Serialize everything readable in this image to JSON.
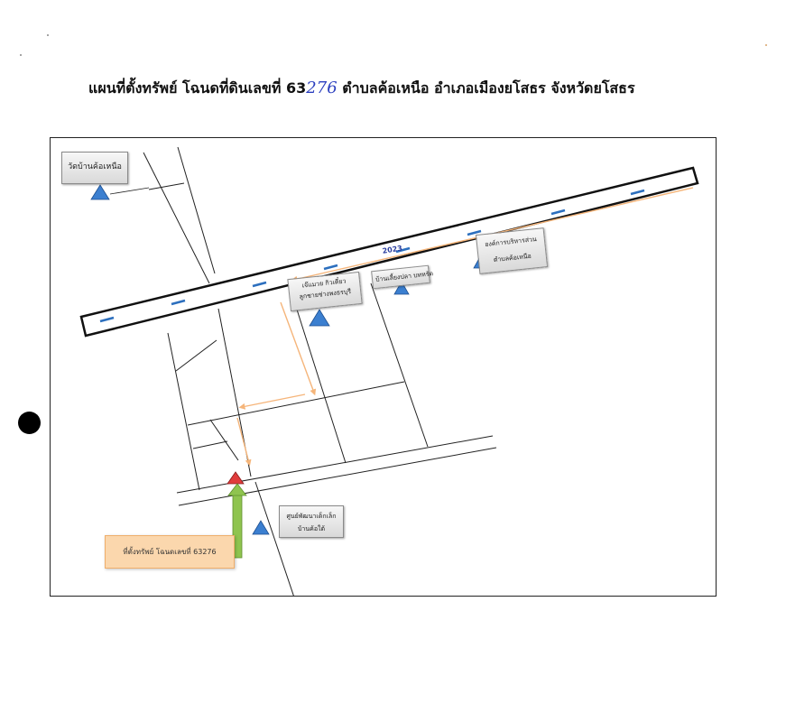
{
  "title": {
    "prefix": "แผนที่ตั้งทรัพย์ โฉนดที่ดินเลขที่ 63",
    "handwritten": "276",
    "suffix": " ตำบลค้อเหนือ อำเภอเมืองยโสธร จังหวัดยโสธร"
  },
  "map": {
    "road_number": "2023",
    "landmarks": {
      "temple": "วัดบ้านค้อเหนือ",
      "shop_line1": "เจ๊แมวย กิวเตี๋ยว",
      "shop_line2": "ลูกชายช่างพงธรบุรี",
      "house": "บ้านเลี้ยงปลา บทหรัด",
      "tao_line1": "องค์การบริหารส่วน",
      "tao_line2": "ตำบลค้อเหนือ",
      "center_line1": "ศูนย์พัฒนาเด็กเล็ก",
      "center_line2": "บ้านค้อใต้"
    },
    "property_label": "ที่ตั้งทรัพย์ โฉนดเลขที่ 63276"
  },
  "colors": {
    "road_dash": "#2c6fbe",
    "landmark_marker": "#3b7fd0",
    "property_marker": "#e03c3c",
    "route_arrow": "#f5b57a",
    "pointer_arrow": "#8fc44f",
    "property_label_bg": "#fbd7ad"
  }
}
